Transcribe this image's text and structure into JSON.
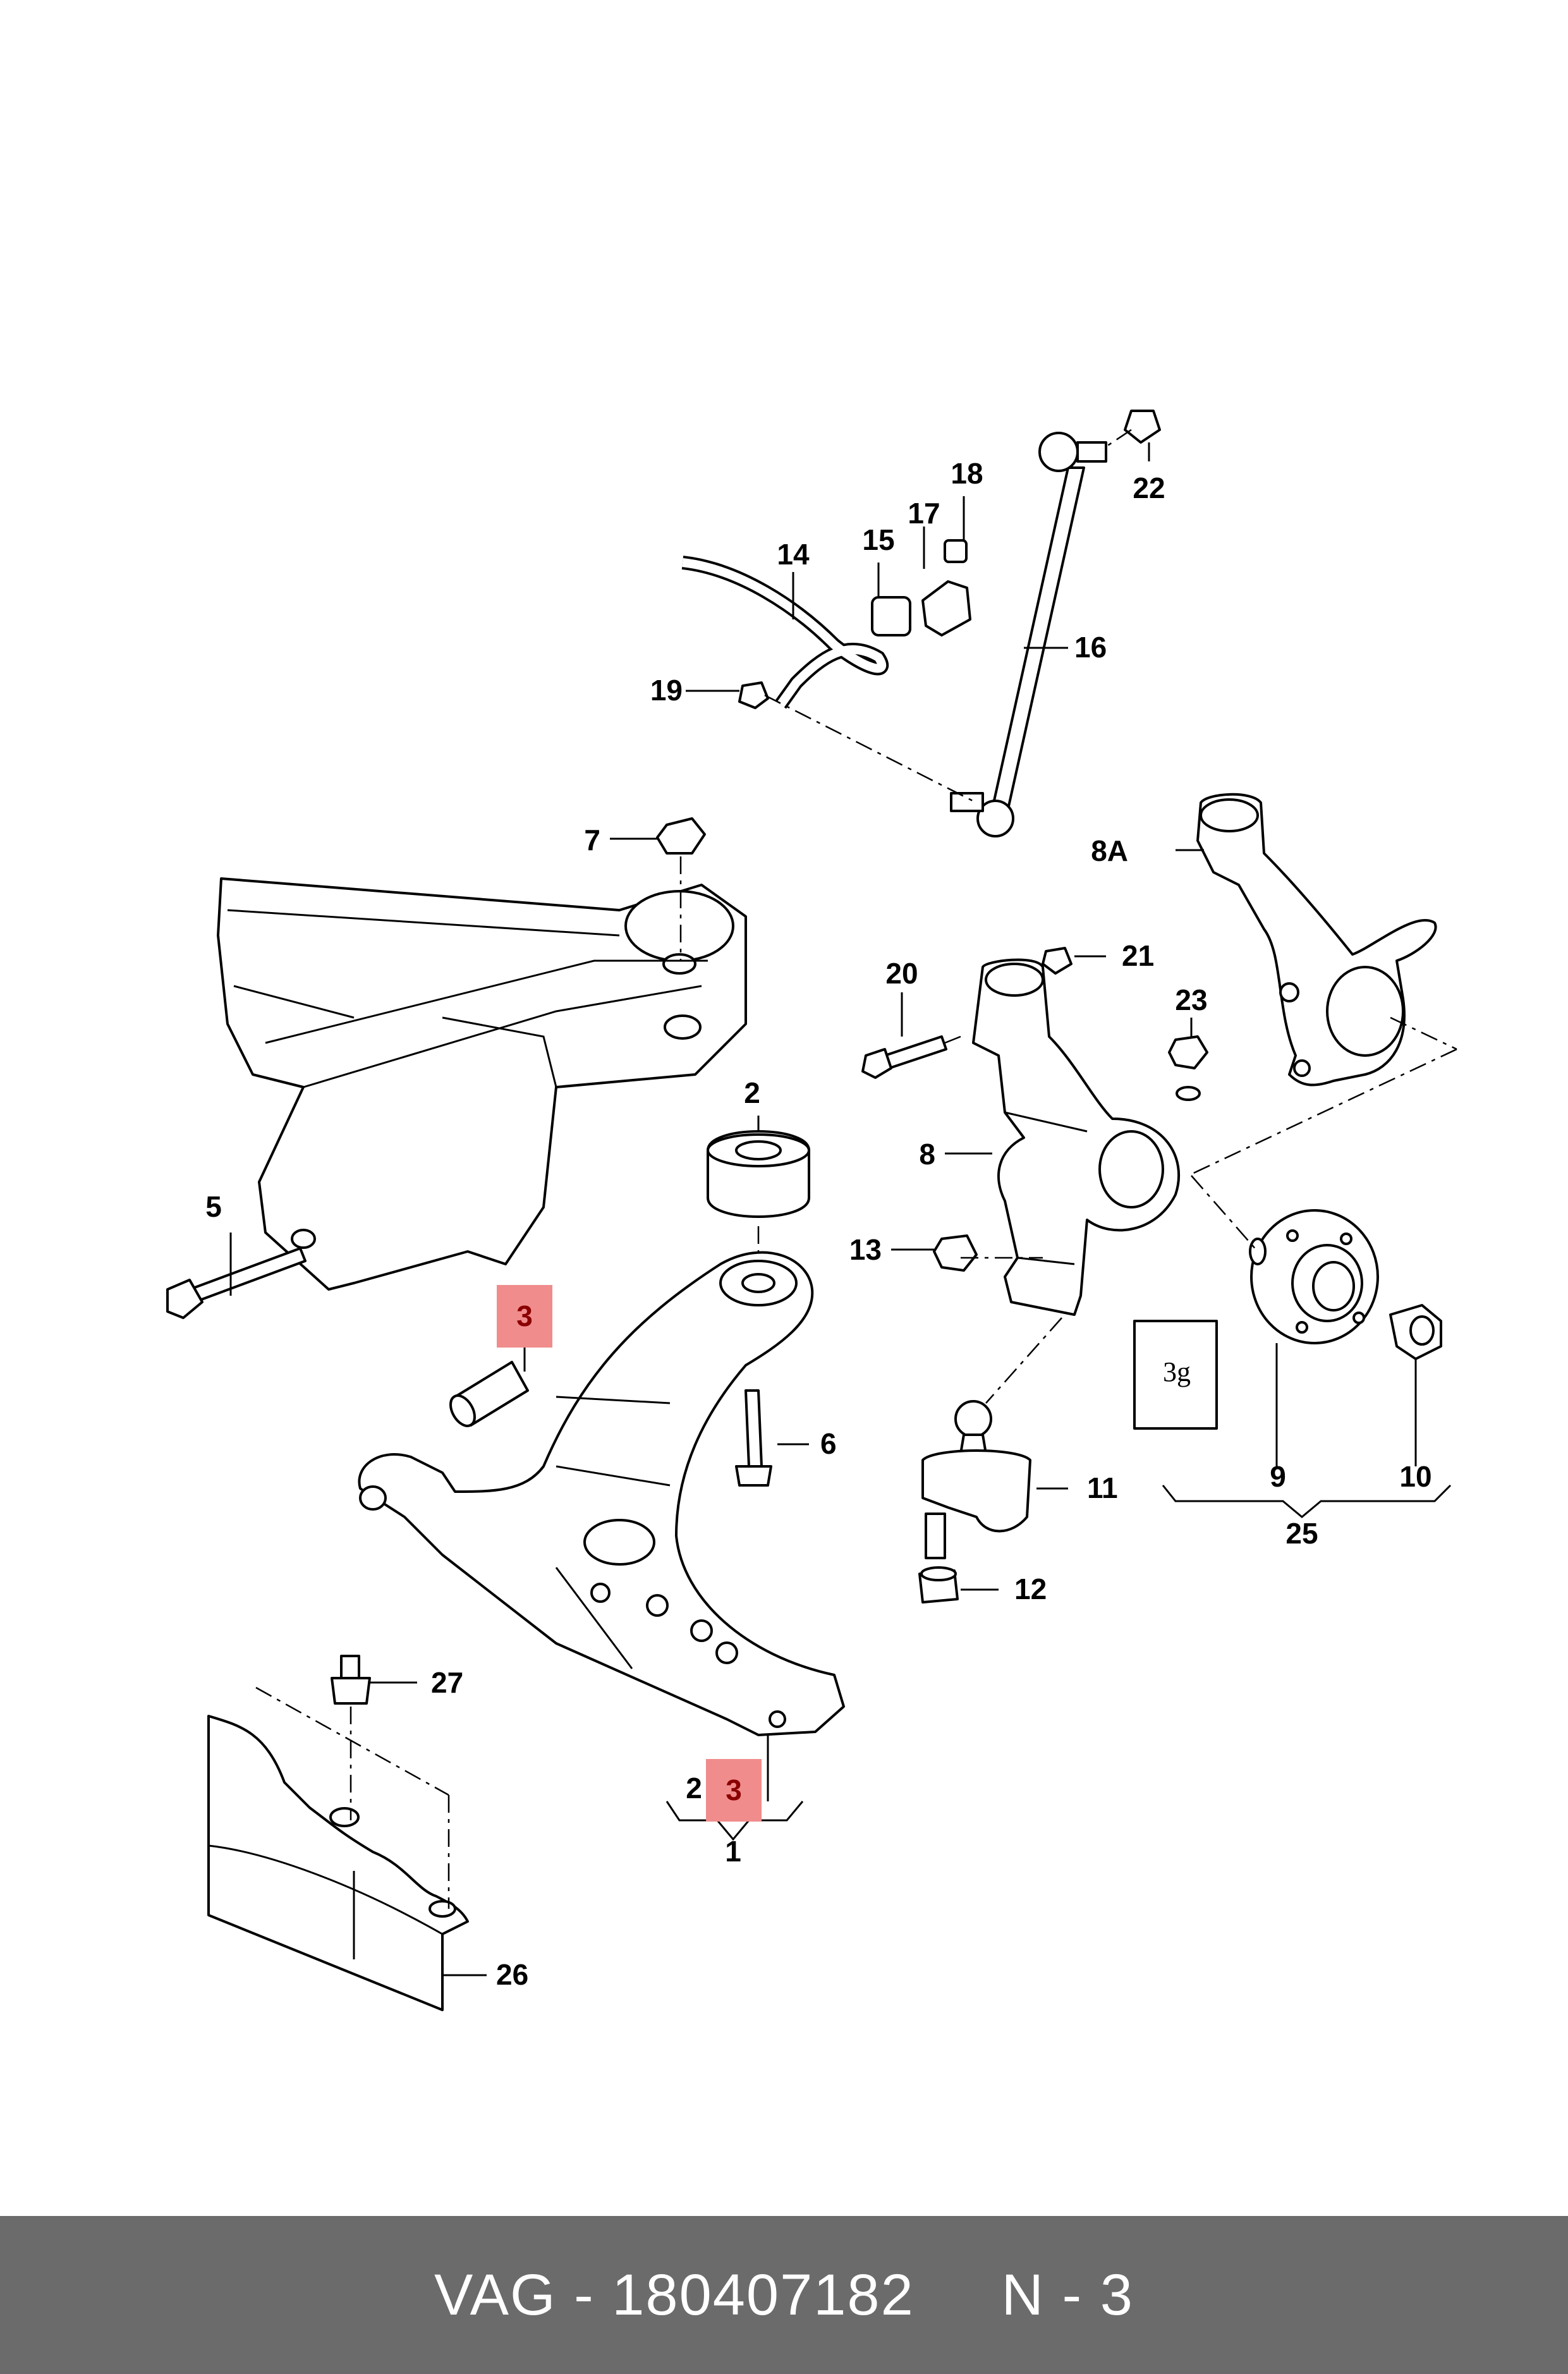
{
  "callouts": {
    "c1": "1",
    "c2": "2",
    "c2b": "2",
    "c3a": "3",
    "c3b": "3",
    "c5": "5",
    "c6": "6",
    "c7": "7",
    "c8": "8",
    "c8a": "8A",
    "c9": "9",
    "c10": "10",
    "c11": "11",
    "c12": "12",
    "c13": "13",
    "c14": "14",
    "c15": "15",
    "c16": "16",
    "c17": "17",
    "c18": "18",
    "c19": "19",
    "c20": "20",
    "c21": "21",
    "c22": "22",
    "c23": "23",
    "c25": "25",
    "c26": "26",
    "c27": "27"
  },
  "grease_packet": {
    "label": "3g"
  },
  "highlight_color": "#f08c8c",
  "footer": {
    "brand": "VAG",
    "part_number": "180407182",
    "position": "N - 3",
    "text": "VAG - 180407182     N - 3"
  }
}
